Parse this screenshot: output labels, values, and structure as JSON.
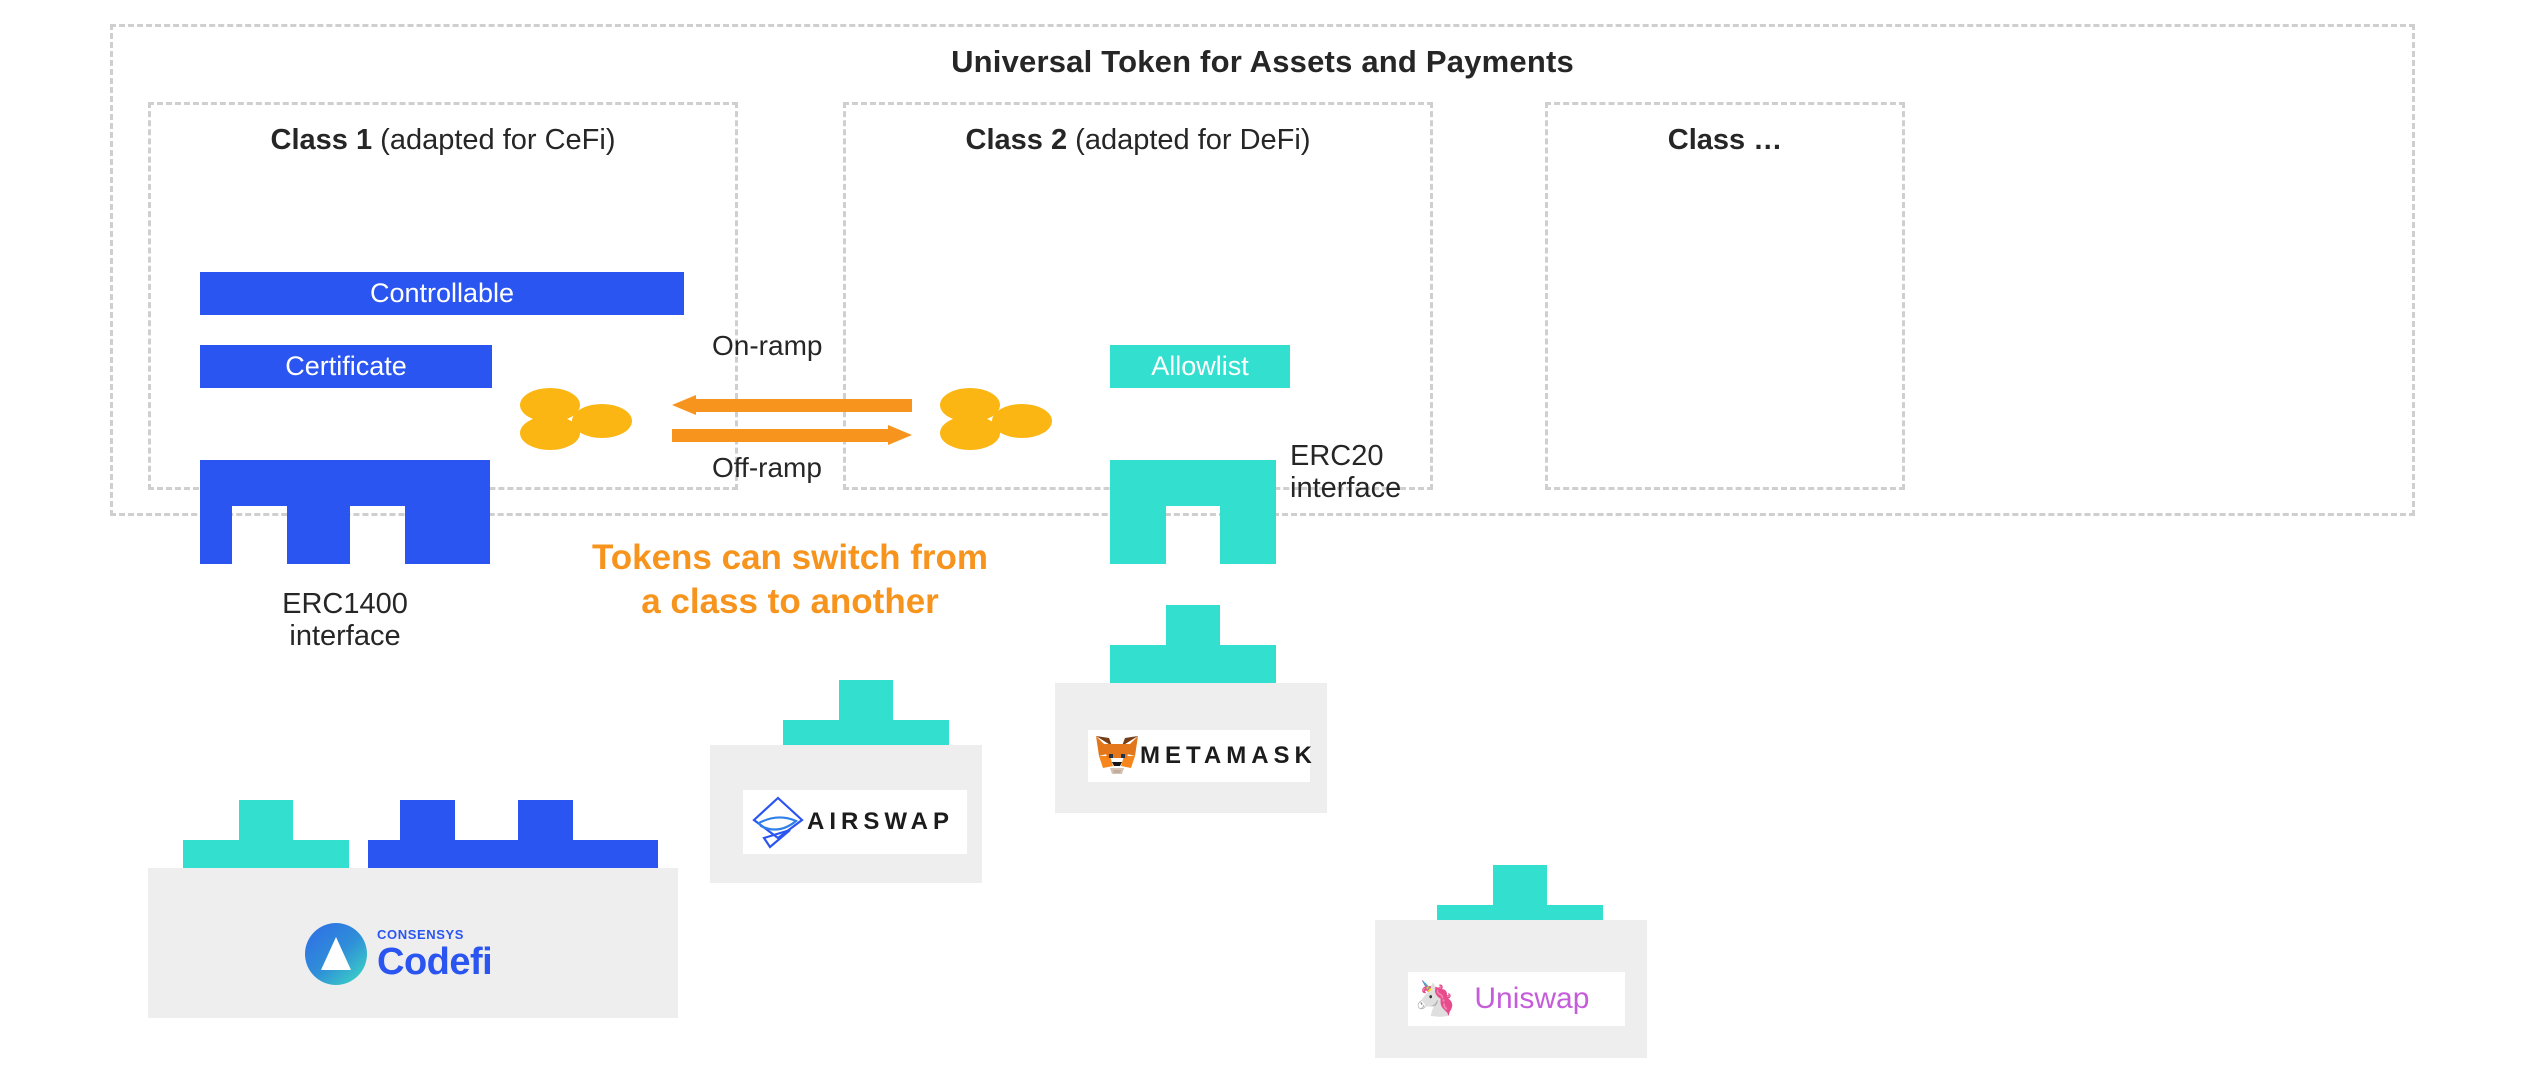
{
  "diagram": {
    "title": "Universal Token for Assets and Payments",
    "classes": [
      {
        "name": "Class 1",
        "qualifier": "(adapted for CeFi)"
      },
      {
        "name": "Class 2",
        "qualifier": "(adapted for DeFi)"
      },
      {
        "name": "Class …",
        "qualifier": ""
      }
    ],
    "chips": [
      {
        "label": "Controllable",
        "color": "#2B55F0"
      },
      {
        "label": "Certificate",
        "color": "#2B55F0"
      },
      {
        "label": "Allowlist",
        "color": "#33DFCE"
      }
    ],
    "ramps": {
      "on": "On-ramp",
      "off": "Off-ramp",
      "arrow_color": "#F7941E"
    },
    "coins": {
      "color": "#FBB614",
      "count_per_cluster": 3
    },
    "interfaces": [
      {
        "name": "ERC1400\ninterface",
        "color": "#2B55F0"
      },
      {
        "name": "ERC20\ninterface",
        "color": "#33DFCE"
      }
    ],
    "callout": {
      "text": "Tokens can switch from\na class to another",
      "color": "#F7941E"
    },
    "partners": [
      {
        "id": "codefi",
        "brand_top": "CONSENSYS",
        "name": "Codefi",
        "mark": "codefi-triangle-icon",
        "plug_color": "#2B55F0",
        "text_color": "#2B55F0"
      },
      {
        "id": "airswap",
        "brand_top": "",
        "name": "AIRSWAP",
        "mark": "airswap-diamond-icon",
        "plug_color": "#33DFCE",
        "text_color": "#1c1c1c"
      },
      {
        "id": "metamask",
        "brand_top": "",
        "name": "METAMASK",
        "mark": "metamask-fox-icon",
        "plug_color": "#33DFCE",
        "text_color": "#1c1c1c"
      },
      {
        "id": "uniswap",
        "brand_top": "",
        "name": "Uniswap",
        "mark": "unicorn-icon",
        "plug_color": "#33DFCE",
        "text_color": "#C55CD9",
        "emoji": "🦄"
      }
    ]
  }
}
